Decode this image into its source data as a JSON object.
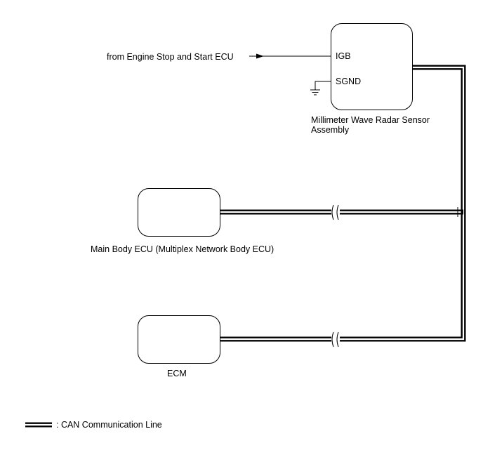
{
  "source_signal": "from Engine Stop and Start ECU",
  "radar_sensor": {
    "terminals": [
      "IGB",
      "SGND"
    ],
    "label_lines": [
      "Millimeter Wave Radar Sensor",
      "Assembly"
    ]
  },
  "main_body_ecu": {
    "label": "Main Body ECU (Multiplex Network Body ECU)"
  },
  "ecm": {
    "label": "ECM"
  },
  "legend": {
    "text": ": CAN Communication Line"
  }
}
